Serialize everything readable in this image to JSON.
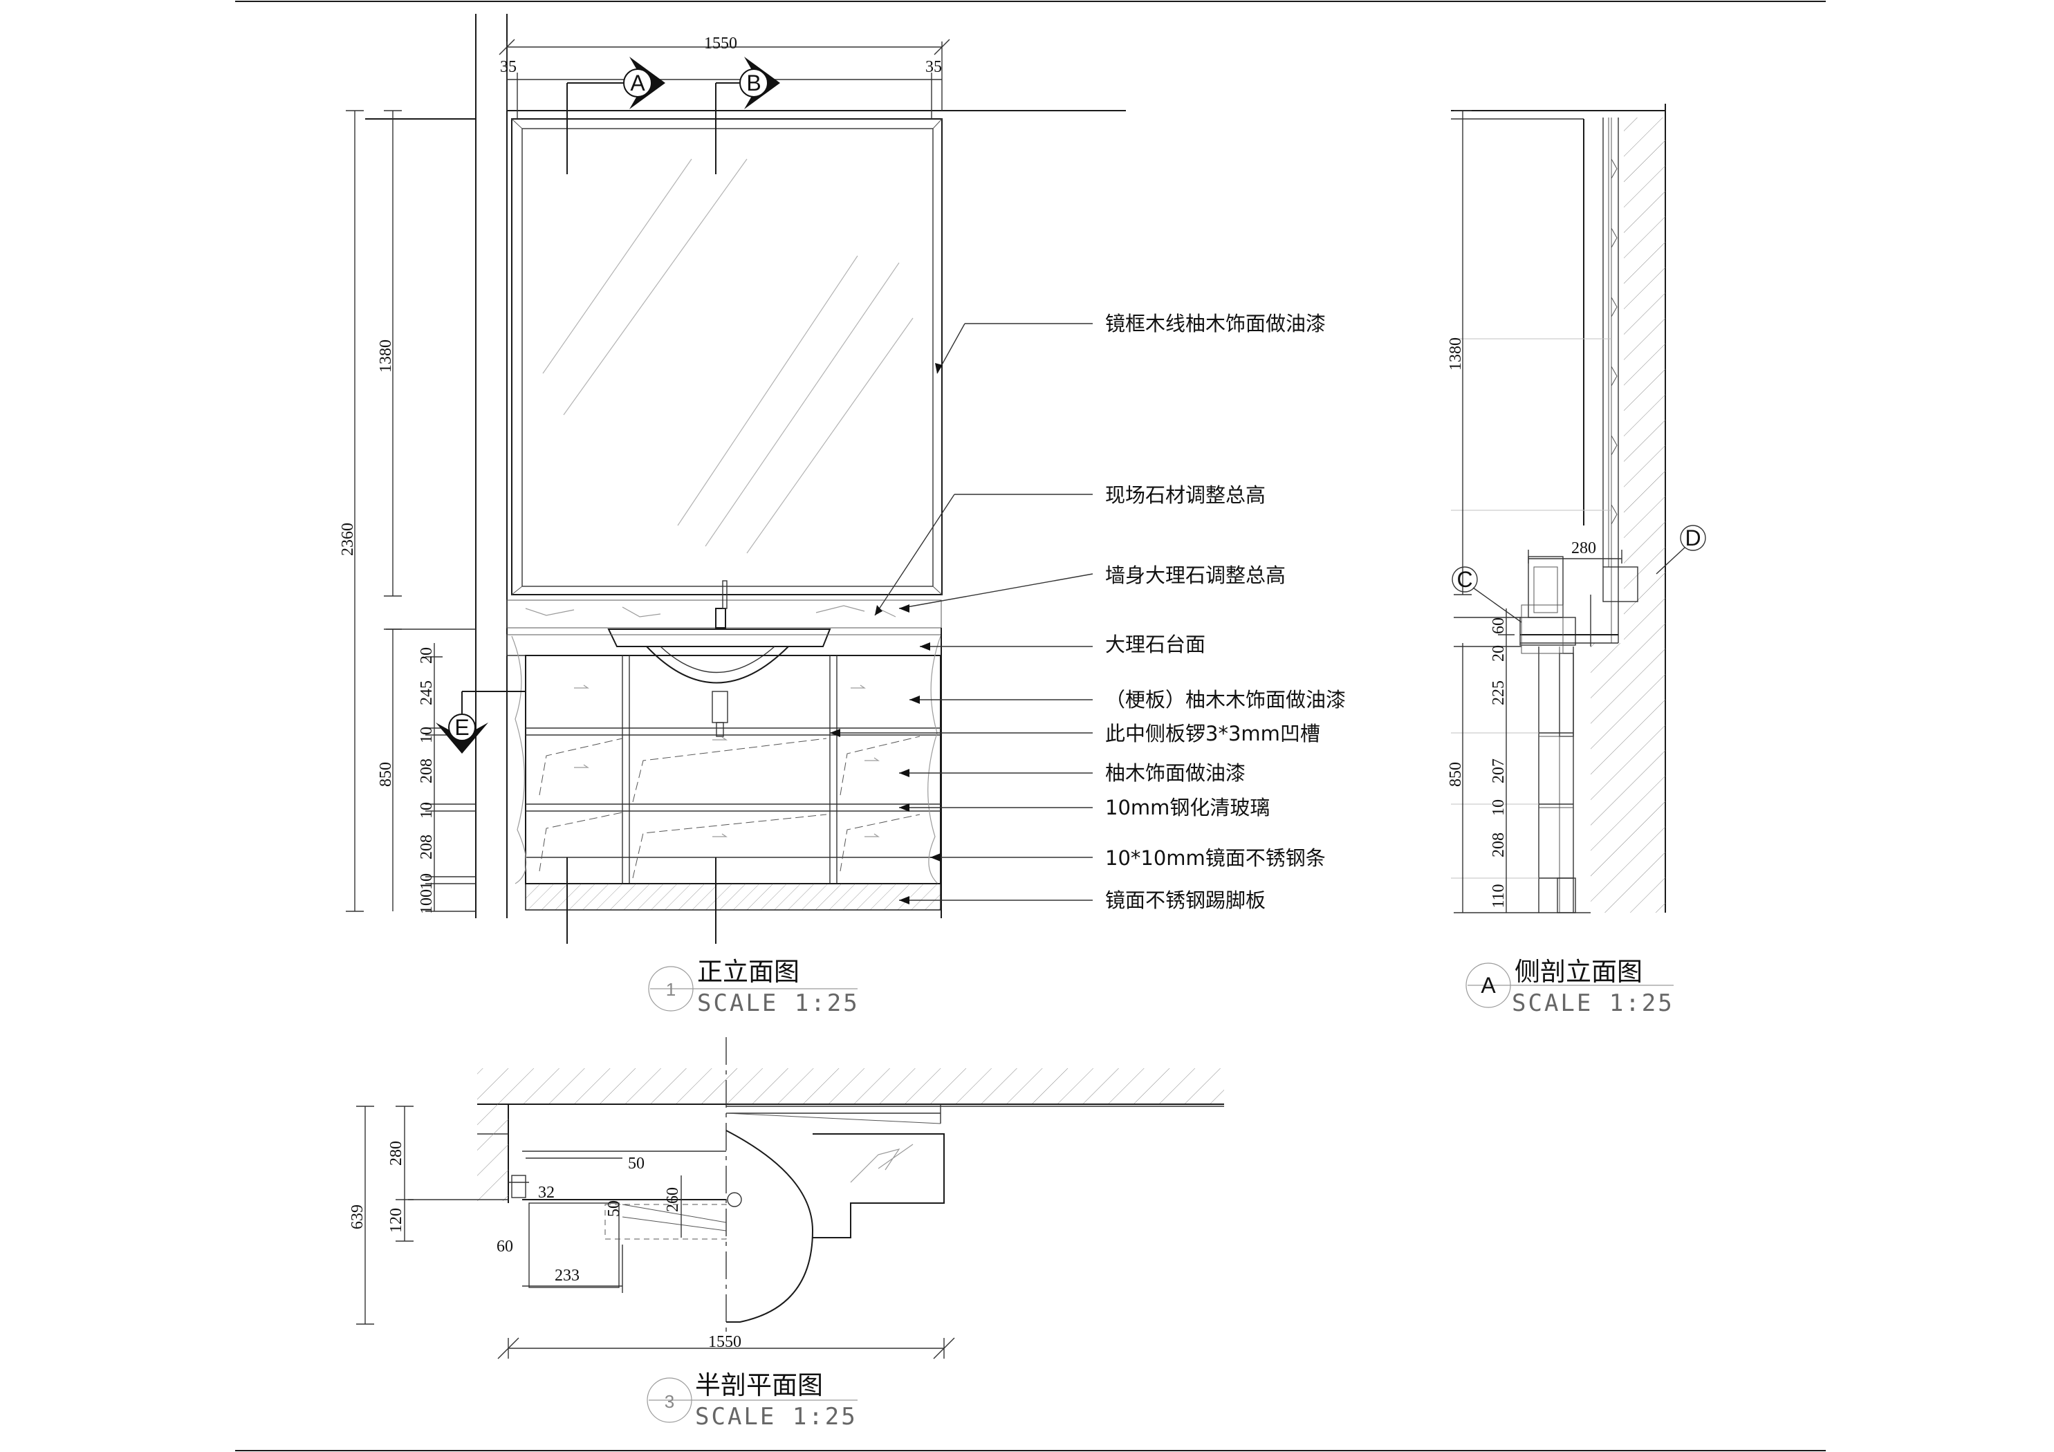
{
  "front_elevation": {
    "title": "正立面图",
    "number": "1",
    "scale": "SCALE 1:25",
    "dims": {
      "top_width": "1550",
      "top_left": "35",
      "top_right": "35",
      "total_height": "2360",
      "mirror_height": "1380",
      "cabinet_height": "850",
      "stack": [
        "20",
        "245",
        "10",
        "208",
        "10",
        "208",
        "10",
        "100"
      ]
    },
    "section_marks": [
      "A",
      "B",
      "E"
    ]
  },
  "notes": [
    "镜框木线柚木饰面做油漆",
    "现场石材调整总高",
    "墙身大理石调整总高",
    "大理石台面",
    "（梗板）柚木木饰面做油漆",
    "此中侧板锣3*3mm凹槽",
    "柚木饰面做油漆",
    "10mm钢化清玻璃",
    "10*10mm镜面不锈钢条",
    "镜面不锈钢踢脚板"
  ],
  "side_section": {
    "title": "侧剖立面图",
    "number": "A",
    "scale": "SCALE 1:25",
    "dims": {
      "mirror_height": "1380",
      "depth": "280",
      "cabinet_height": "850",
      "stack": [
        "20",
        "60",
        "225",
        "207",
        "10",
        "208",
        "110"
      ]
    },
    "detail_marks": [
      "C",
      "D"
    ]
  },
  "half_plan": {
    "title": "半剖平面图",
    "number": "3",
    "scale": "SCALE 1:25",
    "dims": {
      "total_depth": "639",
      "d280": "280",
      "d120": "120",
      "d60": "60",
      "d233": "233",
      "d32": "32",
      "d50a": "50",
      "d50b": "50",
      "d260": "260",
      "width": "1550"
    }
  }
}
